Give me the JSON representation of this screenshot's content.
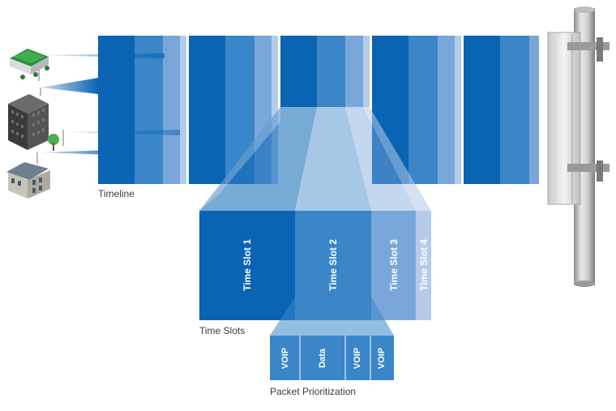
{
  "diagram": {
    "timeline_label": "Timeline",
    "time_slots_label": "Time Slots",
    "packet_prioritization_label": "Packet Prioritization",
    "time_slots": [
      {
        "label": "Time Slot 1"
      },
      {
        "label": "Time Slot 2"
      },
      {
        "label": "Time Slot 3"
      },
      {
        "label": "Time Slot 4"
      }
    ],
    "packets": [
      {
        "label": "VOIP"
      },
      {
        "label": "Data"
      },
      {
        "label": "VOIP"
      },
      {
        "label": "VOIP"
      }
    ],
    "icons": [
      "commercial-building-icon",
      "office-tower-icon",
      "house-icon",
      "antenna-tower-icon"
    ],
    "colors": {
      "slot1": "#0a64b4",
      "slot2": "#3a86c8",
      "slot3": "#7aa7d9",
      "slot4": "#b4cbe9"
    }
  }
}
